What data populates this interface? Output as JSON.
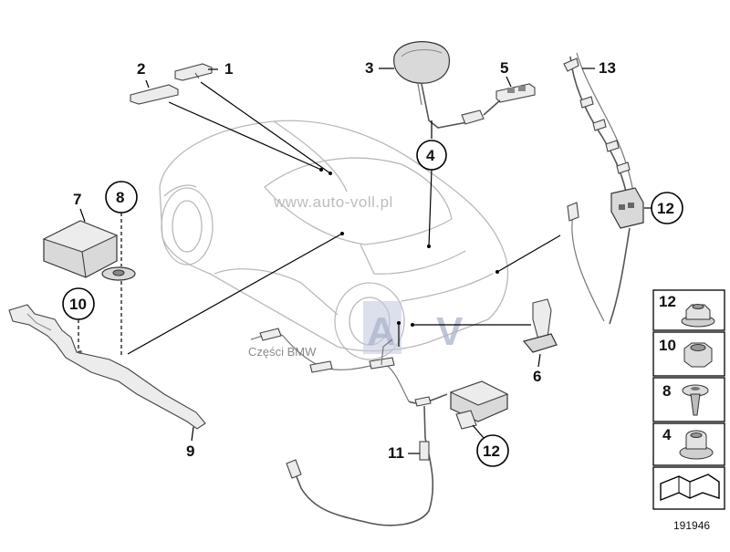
{
  "callouts": {
    "c1": "1",
    "c2": "2",
    "c3": "3",
    "c4": "4",
    "c5": "5",
    "c6": "6",
    "c7": "7",
    "c8": "8",
    "c9": "9",
    "c10": "10",
    "c11": "11",
    "c12a": "12",
    "c12b": "12",
    "c13": "13"
  },
  "legend": {
    "items": [
      {
        "label": "12",
        "icon": "flange-nut-icon"
      },
      {
        "label": "10",
        "icon": "hex-nut-icon"
      },
      {
        "label": "8",
        "icon": "screw-icon"
      },
      {
        "label": "4",
        "icon": "grommet-icon"
      }
    ]
  },
  "watermark": {
    "url": "www.auto-voll.pl",
    "shop": "Części BMW",
    "logo_left": "A",
    "logo_right": "V"
  },
  "diagram_number": "191946"
}
